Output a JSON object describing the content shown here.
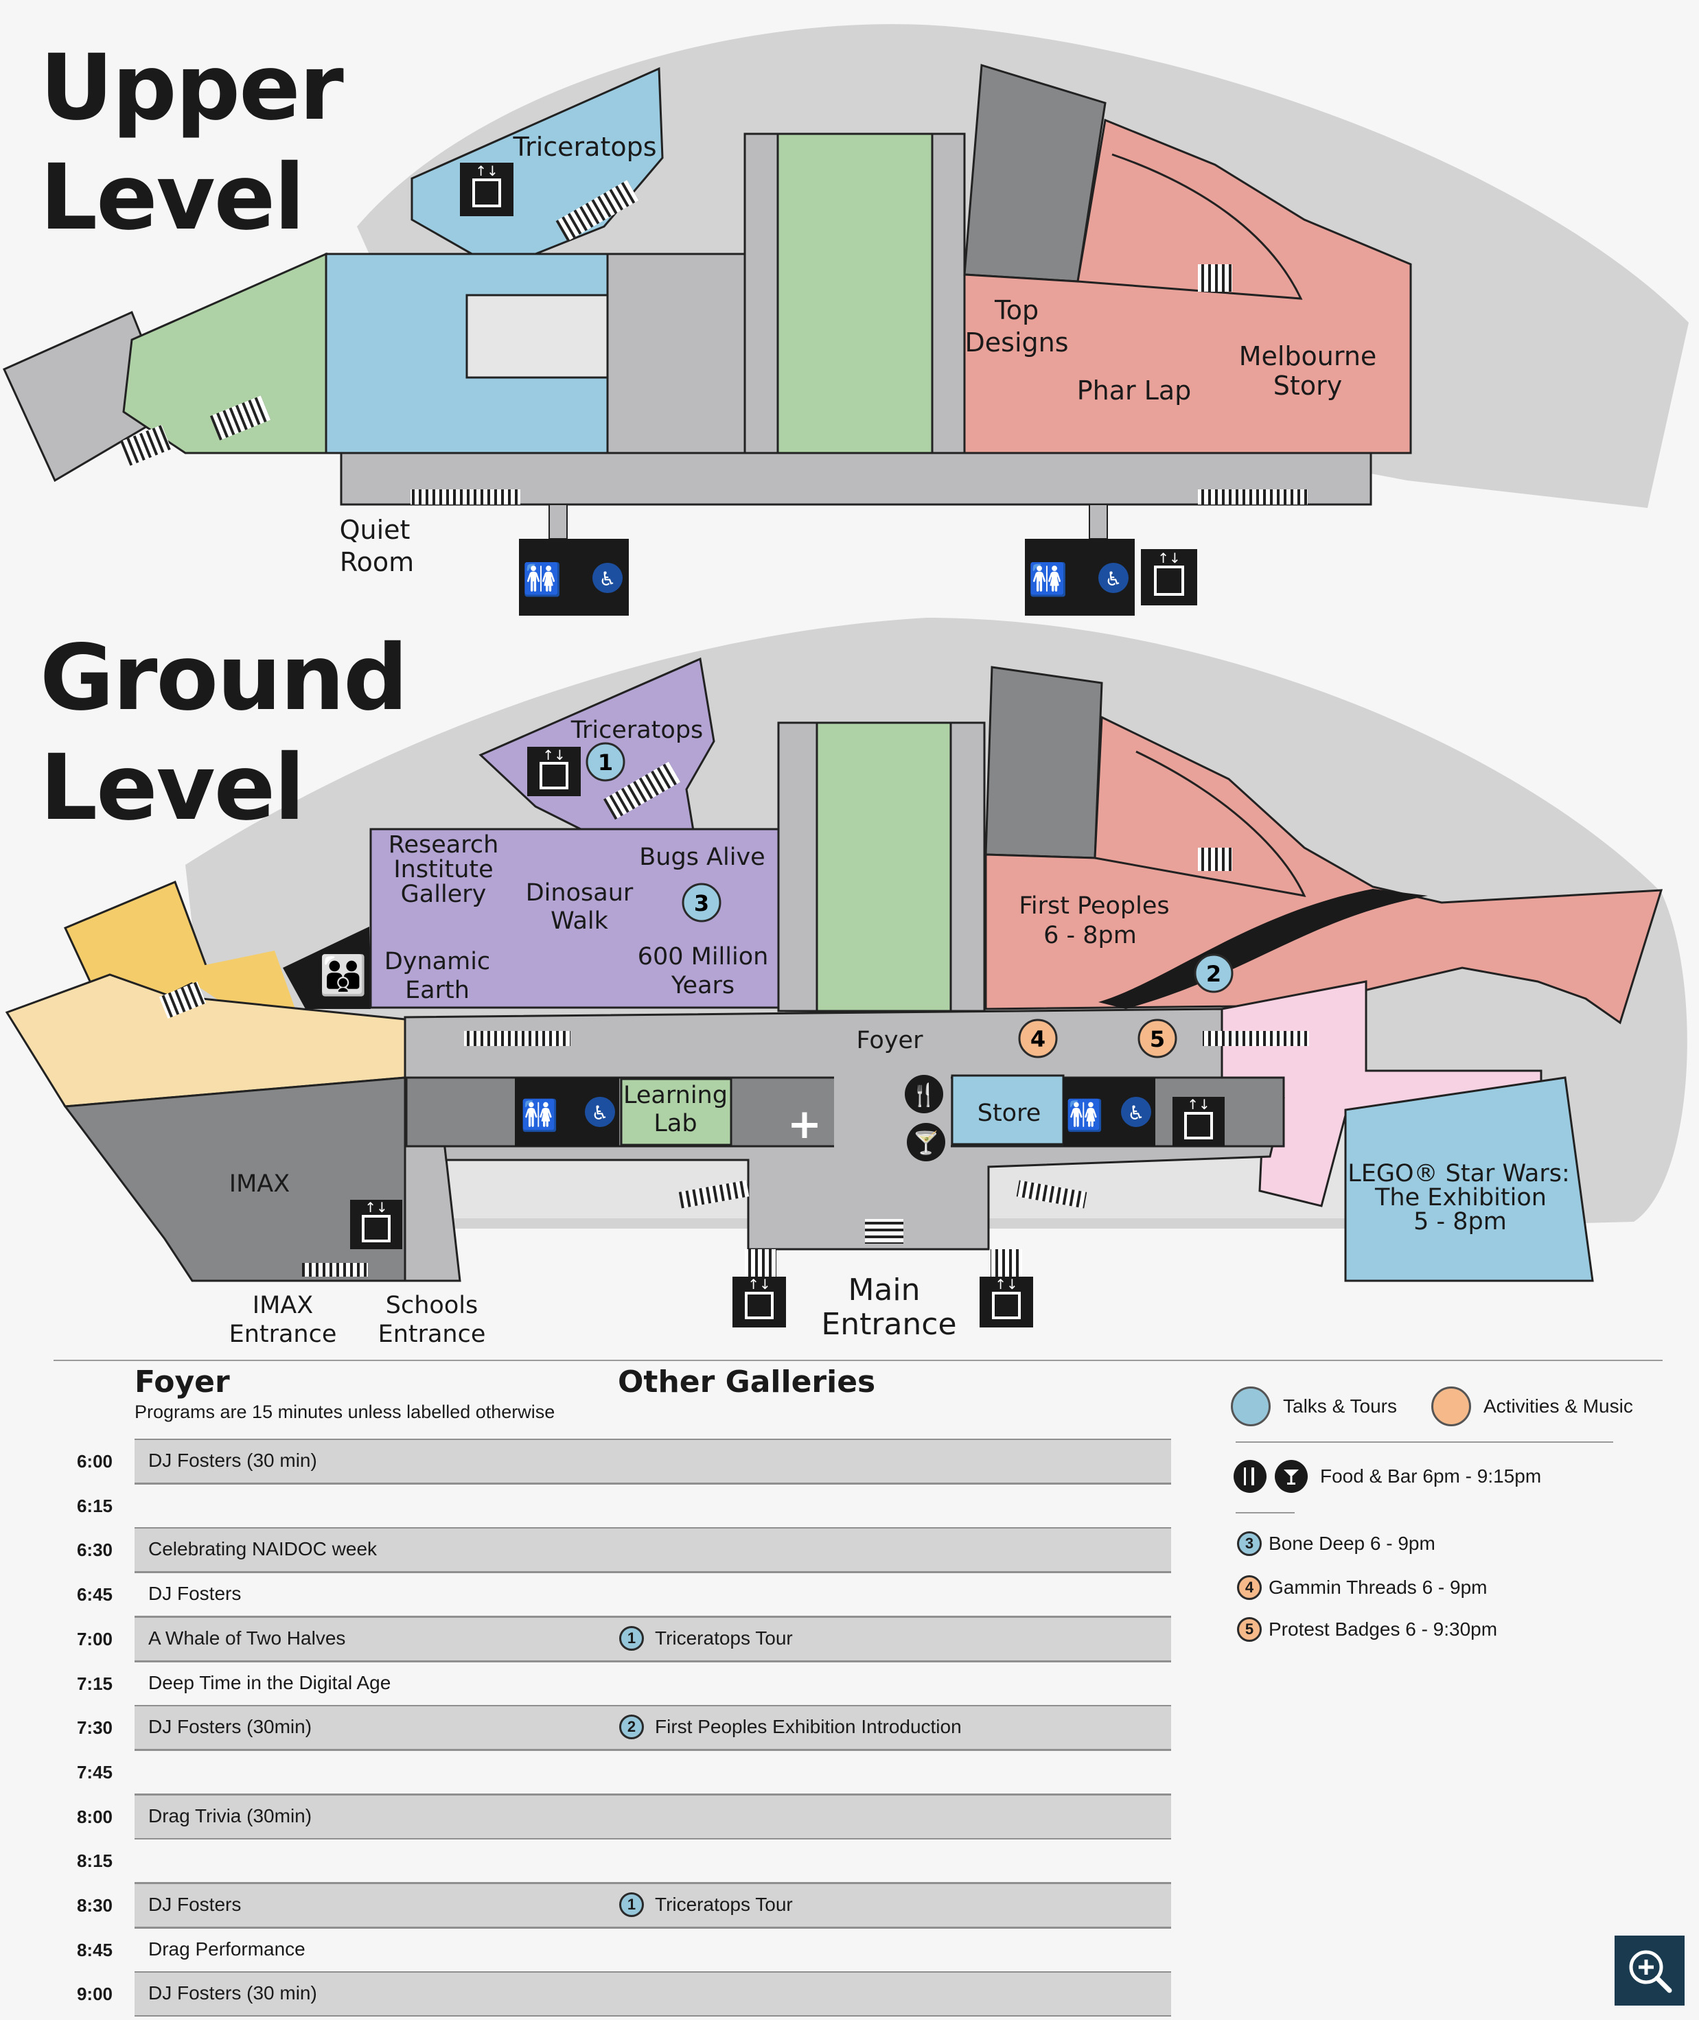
{
  "map": {
    "upper": {
      "title_line1": "Upper",
      "title_line2": "Level",
      "labels": {
        "triceratops": "Triceratops",
        "top_designs_1": "Top",
        "top_designs_2": "Designs",
        "phar_lap": "Phar Lap",
        "melbourne_1": "Melbourne",
        "melbourne_2": "Story",
        "quiet_1": "Quiet",
        "quiet_2": "Room"
      }
    },
    "ground": {
      "title_line1": "Ground",
      "title_line2": "Level",
      "labels": {
        "triceratops": "Triceratops",
        "research_1": "Research",
        "research_2": "Institute",
        "research_3": "Gallery",
        "bugs": "Bugs Alive",
        "dino_1": "Dinosaur",
        "dino_2": "Walk",
        "dynamic_1": "Dynamic",
        "dynamic_2": "Earth",
        "million_1": "600 Million",
        "million_2": "Years",
        "first_1": "First Peoples",
        "first_2": "6 - 8pm",
        "foyer": "Foyer",
        "learning_1": "Learning",
        "learning_2": "Lab",
        "store": "Store",
        "imax": "IMAX",
        "lego_1": "LEGO® Star Wars:",
        "lego_2": "The Exhibition",
        "lego_3": "5 - 8pm",
        "imax_ent_1": "IMAX",
        "imax_ent_2": "Entrance",
        "schools_1": "Schools",
        "schools_2": "Entrance",
        "main_1": "Main",
        "main_2": "Entrance"
      },
      "markers": {
        "m1": "1",
        "m2": "2",
        "m3": "3",
        "m4": "4",
        "m5": "5"
      }
    },
    "colors": {
      "blue": "#9acbe0",
      "green": "#aed1a5",
      "pink": "#e8a29a",
      "purple": "#b3a4d3",
      "yellow": "#f4cd6a",
      "light_yellow": "#f7deaa",
      "light_pink": "#f7d2e2",
      "gray": "#bbbbbd",
      "dark_gray": "#858789",
      "silhouette": "#d3d3d3"
    }
  },
  "schedule": {
    "foyer_heading": "Foyer",
    "foyer_note": "Programs are 15 minutes unless labelled otherwise",
    "other_heading": "Other Galleries",
    "rows": [
      {
        "time": "6:00",
        "foyer": "DJ Fosters (30 min)",
        "other": "",
        "marker": ""
      },
      {
        "time": "6:15",
        "foyer": "",
        "other": "",
        "marker": ""
      },
      {
        "time": "6:30",
        "foyer": "Celebrating NAIDOC week",
        "other": "",
        "marker": ""
      },
      {
        "time": "6:45",
        "foyer": "DJ Fosters",
        "other": "",
        "marker": ""
      },
      {
        "time": "7:00",
        "foyer": "A Whale of Two Halves",
        "other": "Triceratops Tour",
        "marker": "1"
      },
      {
        "time": "7:15",
        "foyer": "Deep Time in the Digital Age",
        "other": "",
        "marker": ""
      },
      {
        "time": "7:30",
        "foyer": "DJ Fosters (30min)",
        "other": "First Peoples Exhibition Introduction",
        "marker": "2"
      },
      {
        "time": "7:45",
        "foyer": "",
        "other": "",
        "marker": ""
      },
      {
        "time": "8:00",
        "foyer": "Drag Trivia (30min)",
        "other": "",
        "marker": ""
      },
      {
        "time": "8:15",
        "foyer": "",
        "other": "",
        "marker": ""
      },
      {
        "time": "8:30",
        "foyer": "DJ Fosters",
        "other": "Triceratops Tour",
        "marker": "1"
      },
      {
        "time": "8:45",
        "foyer": "Drag Performance",
        "other": "",
        "marker": ""
      },
      {
        "time": "9:00",
        "foyer": "DJ Fosters (30 min)",
        "other": "",
        "marker": ""
      }
    ]
  },
  "legend": {
    "talks": "Talks & Tours",
    "activities": "Activities & Music",
    "food": "Food & Bar 6pm - 9:15pm",
    "items": [
      {
        "num": "3",
        "label": "Bone Deep 6 - 9pm",
        "color": "blue"
      },
      {
        "num": "4",
        "label": "Gammin Threads 6 - 9pm",
        "color": "orange"
      },
      {
        "num": "5",
        "label": "Protest Badges 6 - 9:30pm",
        "color": "orange"
      }
    ]
  }
}
